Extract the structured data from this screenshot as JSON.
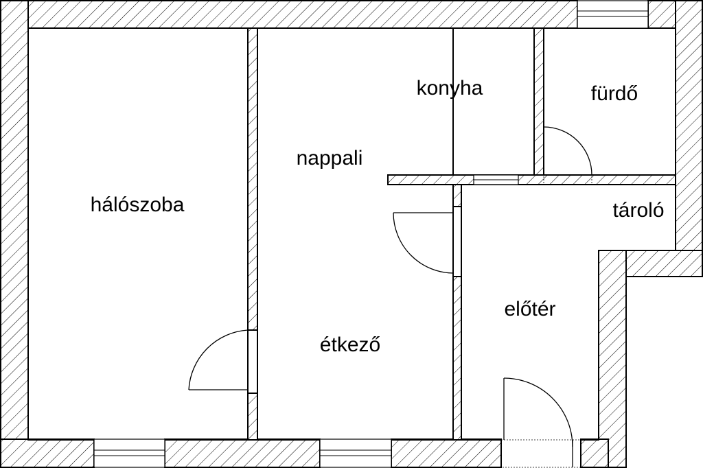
{
  "rooms": {
    "haloszoba": "hálószoba",
    "nappali": "nappali",
    "konyha": "konyha",
    "furdo": "fürdő",
    "etkezo": "étkező",
    "tarolo": "tároló",
    "eloter": "előtér"
  }
}
